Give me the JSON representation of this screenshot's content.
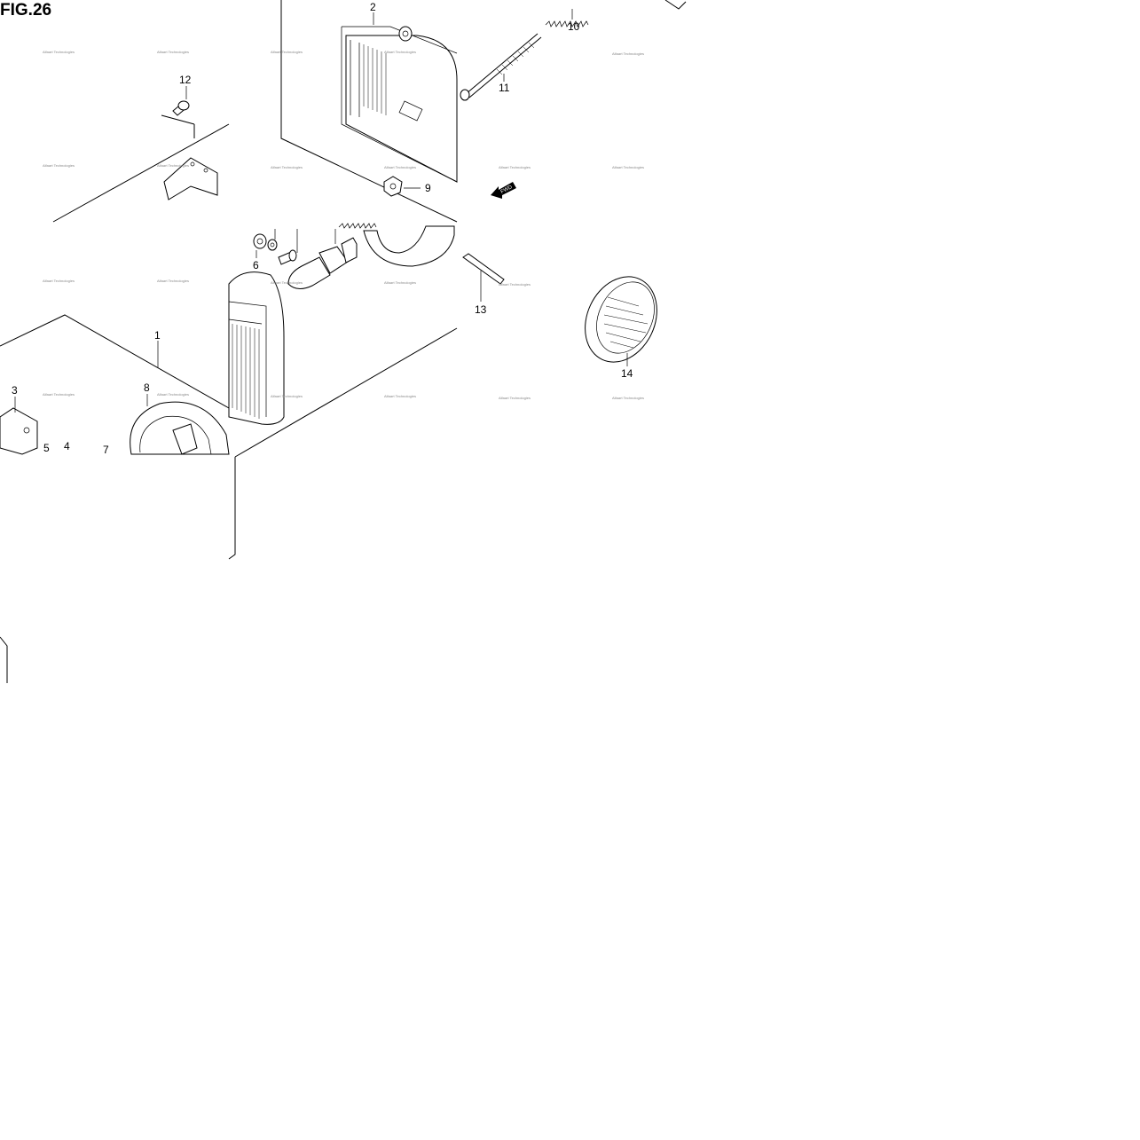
{
  "figure": {
    "title": "FIG.26",
    "fwd_label": "FWD",
    "watermark": "Alfaart Technologies"
  },
  "callouts": [
    {
      "id": "1",
      "text": "1"
    },
    {
      "id": "2",
      "text": "2"
    },
    {
      "id": "3",
      "text": "3"
    },
    {
      "id": "4",
      "text": "4"
    },
    {
      "id": "5",
      "text": "5"
    },
    {
      "id": "6",
      "text": "6"
    },
    {
      "id": "7",
      "text": "7"
    },
    {
      "id": "8",
      "text": "8"
    },
    {
      "id": "9",
      "text": "9"
    },
    {
      "id": "10",
      "text": "10"
    },
    {
      "id": "11",
      "text": "11"
    },
    {
      "id": "12",
      "text": "12"
    },
    {
      "id": "13",
      "text": "13"
    },
    {
      "id": "14",
      "text": "14"
    }
  ]
}
